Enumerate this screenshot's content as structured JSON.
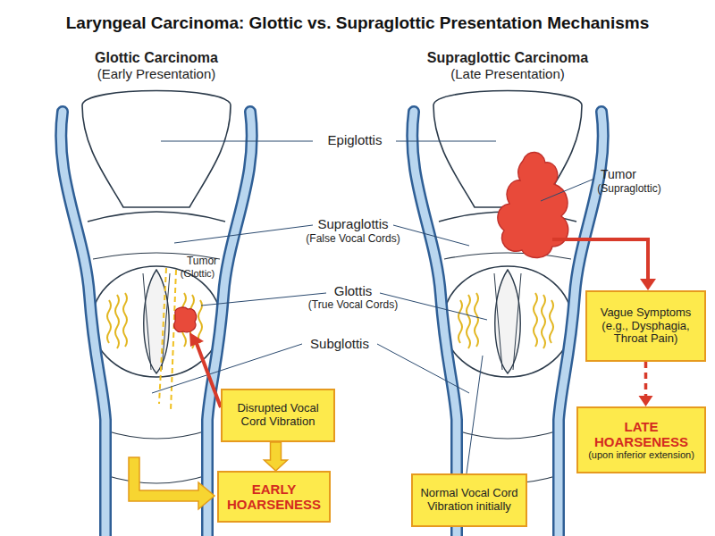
{
  "diagram": {
    "title": "Laryngeal Carcinoma: Glottic vs. Supraglottic Presentation Mechanisms",
    "nodes": [
      {
        "text": [
          "Disrupted Vocal Cord Vibration"
        ]
      },
      {
        "text": [
          "EARLY HOARSENESS"
        ]
      },
      {
        "text": [
          "Vague Symptoms (e.g., Dysphagia, Throat Pain)"
        ]
      },
      {
        "text": [
          "Normal Vocal Cord Vibration initially"
        ]
      },
      {
        "text": [
          "LATE HOARSENESS",
          "(upon inferior extension)"
        ]
      }
    ],
    "edges": [
      {
        "from": 0,
        "to": 1,
        "arrow": "to"
      },
      {
        "from": 2,
        "to": 4,
        "arrow": "to"
      }
    ],
    "labels": [
      "Glottic Carcinoma",
      "(Early Presentation)",
      "Supraglottic Carcinoma",
      "(Late Presentation)",
      "Epiglottis",
      "Supraglottis",
      "(False Vocal Cords)",
      "Glottis",
      "(True Vocal Cords)",
      "Subglottis",
      "Tumor",
      "(Glottic)",
      "Tumor",
      "(Supraglottic)"
    ]
  }
}
